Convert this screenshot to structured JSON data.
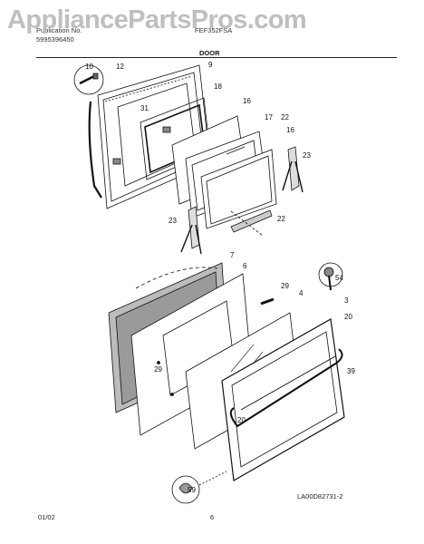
{
  "watermark": "AppliancePartsPros.com",
  "header": {
    "left_line1": "Publication No.",
    "left_line2": "5995396450",
    "model": "FEF352FSA",
    "section": "DOOR"
  },
  "footer": {
    "date": "01/02",
    "page": "6",
    "diagram_code": "LA00D82731-2"
  },
  "part_labels": {
    "p10": "10",
    "p12": "12",
    "p9": "9",
    "p18": "18",
    "p31": "31",
    "p16a": "16",
    "p17": "17",
    "p22a": "22",
    "p16b": "16",
    "p23a": "23",
    "p23b": "23",
    "p22b": "22",
    "p7": "7",
    "p6": "6",
    "p29a": "29",
    "p4": "4",
    "p54": "54",
    "p3": "3",
    "p20a": "20",
    "p29b": "29",
    "p39": "39",
    "p20b": "20",
    "p59": "59"
  }
}
